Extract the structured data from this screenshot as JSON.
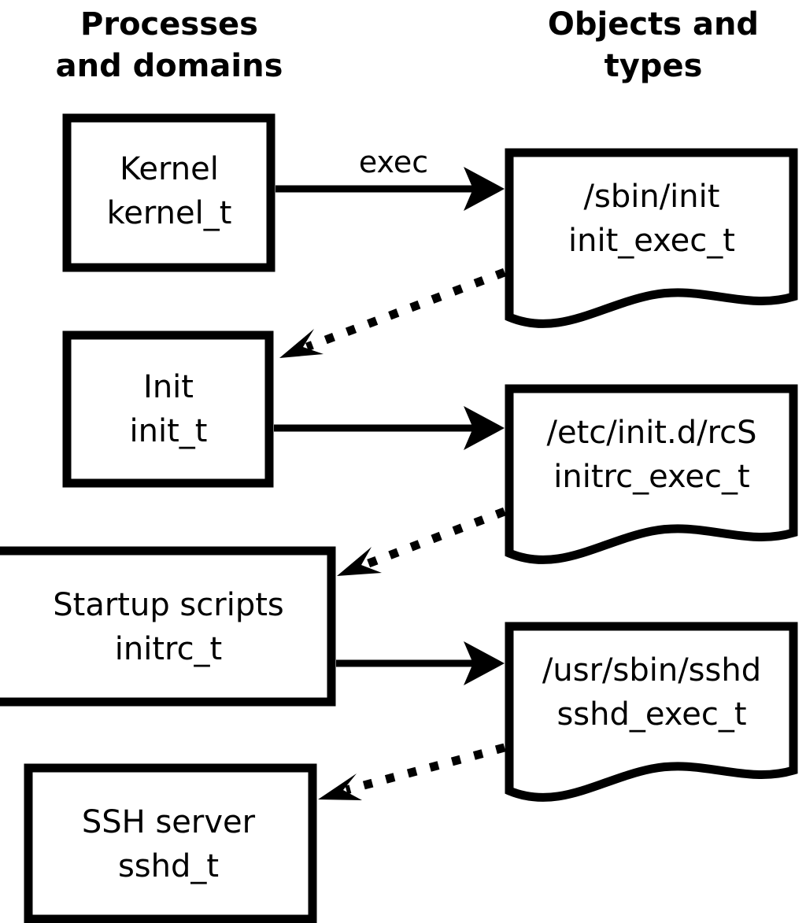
{
  "columns": {
    "left": {
      "title_line1": "Processes",
      "title_line2": "and domains"
    },
    "right": {
      "title_line1": "Objects and",
      "title_line2": "types"
    }
  },
  "colors": {
    "stroke": "#000000",
    "fill": "#ffffff",
    "text": "#000000"
  },
  "processes": [
    {
      "name": "Kernel",
      "type": "kernel_t"
    },
    {
      "name": "Init",
      "type": "init_t"
    },
    {
      "name": "Startup scripts",
      "type": "initrc_t"
    },
    {
      "name": "SSH server",
      "type": "sshd_t"
    }
  ],
  "objects": [
    {
      "path": "/sbin/init",
      "type": "init_exec_t"
    },
    {
      "path": "/etc/init.d/rcS",
      "type": "initrc_exec_t"
    },
    {
      "path": "/usr/sbin/sshd",
      "type": "sshd_exec_t"
    }
  ],
  "edges": [
    {
      "kind": "solid",
      "label": "exec",
      "from": "Kernel kernel_t",
      "to": "/sbin/init init_exec_t"
    },
    {
      "kind": "dotted",
      "label": "",
      "from": "/sbin/init init_exec_t",
      "to": "Init init_t"
    },
    {
      "kind": "solid",
      "label": "",
      "from": "Init init_t",
      "to": "/etc/init.d/rcS initrc_exec_t"
    },
    {
      "kind": "dotted",
      "label": "",
      "from": "/etc/init.d/rcS initrc_exec_t",
      "to": "Startup scripts initrc_t"
    },
    {
      "kind": "solid",
      "label": "",
      "from": "Startup scripts initrc_t",
      "to": "/usr/sbin/sshd sshd_exec_t"
    },
    {
      "kind": "dotted",
      "label": "",
      "from": "/usr/sbin/sshd sshd_exec_t",
      "to": "SSH server sshd_t"
    }
  ]
}
